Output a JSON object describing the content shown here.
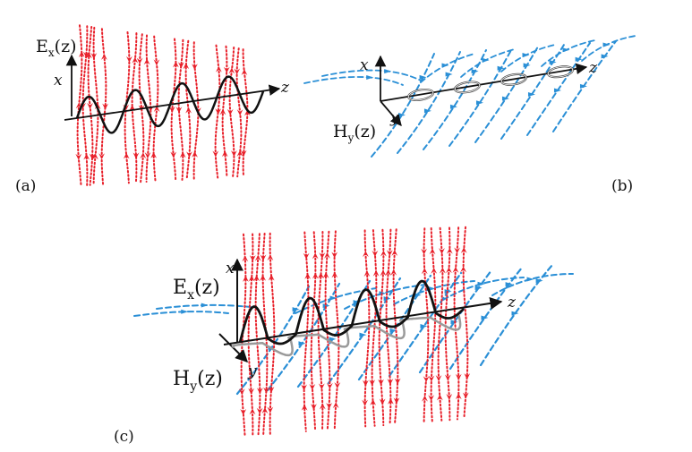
{
  "panels": [
    {
      "id": "a",
      "label": "(a)",
      "field": {
        "main": "E",
        "sub": "x",
        "arg": "(z)"
      },
      "axes": {
        "x": "x",
        "z": "z"
      }
    },
    {
      "id": "b",
      "label": "(b)",
      "field": {
        "main": "H",
        "sub": "y",
        "arg": "(z)"
      },
      "axes": {
        "x": "x",
        "y": "y",
        "z": "z"
      }
    },
    {
      "id": "c",
      "label": "(c)",
      "field_e": {
        "main": "E",
        "sub": "x",
        "arg": "(z)"
      },
      "field_h": {
        "main": "H",
        "sub": "y",
        "arg": "(z)"
      },
      "axes": {
        "x": "x",
        "y": "y",
        "z": "z"
      }
    }
  ],
  "colors": {
    "electric": "#e8202a",
    "magnetic": "#2a8fd6",
    "wave": "#111111",
    "wave_h": "#9a9a9a"
  }
}
